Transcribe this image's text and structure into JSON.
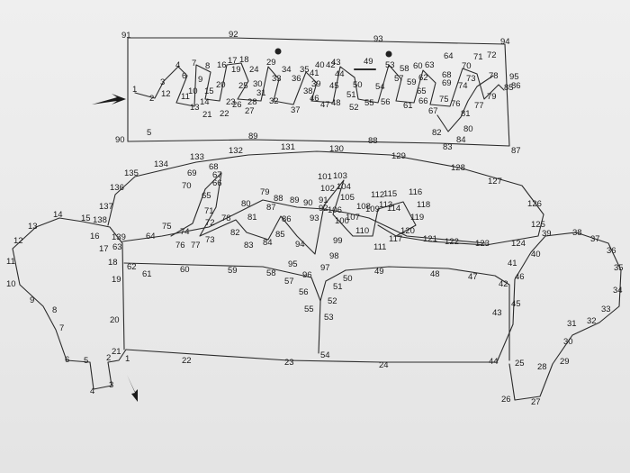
{
  "puzzle": {
    "sofa_labels": [
      "1",
      "2",
      "3",
      "4",
      "5",
      "6",
      "7",
      "8",
      "9",
      "10",
      "11",
      "12",
      "13",
      "14",
      "15",
      "16",
      "17",
      "18",
      "19",
      "20",
      "21",
      "22",
      "23",
      "24",
      "25",
      "26",
      "27",
      "28",
      "29",
      "30",
      "31",
      "32",
      "33",
      "34",
      "35",
      "36",
      "37",
      "38",
      "39",
      "40",
      "41",
      "42",
      "43",
      "44",
      "45",
      "46",
      "47",
      "48",
      "49",
      "50",
      "51",
      "52",
      "53",
      "54",
      "55",
      "56",
      "57",
      "58",
      "59",
      "60",
      "61",
      "62",
      "63",
      "64",
      "65",
      "66",
      "67",
      "68",
      "69",
      "70",
      "71",
      "72",
      "73",
      "74",
      "75",
      "76",
      "77",
      "78",
      "79",
      "80",
      "81",
      "82",
      "83",
      "84",
      "85",
      "86",
      "87",
      "88",
      "89",
      "90",
      "91",
      "92",
      "93",
      "94",
      "95",
      "96",
      "97",
      "98",
      "99",
      "100",
      "101",
      "102",
      "103",
      "104",
      "105",
      "106",
      "107",
      "108",
      "109",
      "110",
      "111",
      "112",
      "113",
      "114",
      "115",
      "116",
      "117",
      "118",
      "119",
      "120",
      "121",
      "122",
      "123",
      "124",
      "125",
      "126",
      "127",
      "128",
      "129",
      "130",
      "131",
      "132",
      "133",
      "134",
      "135",
      "136",
      "137",
      "138",
      "139"
    ],
    "sign_labels": [
      "1",
      "2",
      "3",
      "4",
      "5",
      "6",
      "7",
      "8",
      "9",
      "10",
      "11",
      "12",
      "13",
      "14",
      "15",
      "16",
      "17",
      "18",
      "19",
      "20",
      "21",
      "22",
      "23",
      "24",
      "25",
      "26",
      "27",
      "28",
      "29",
      "30",
      "31",
      "32",
      "33",
      "34",
      "35",
      "36",
      "37",
      "38",
      "39",
      "40",
      "41",
      "42",
      "43",
      "44",
      "45",
      "46",
      "47",
      "48",
      "49",
      "50",
      "51",
      "52",
      "53",
      "54",
      "55",
      "56",
      "57",
      "58",
      "59",
      "60",
      "61",
      "62",
      "63",
      "64",
      "65",
      "66",
      "67",
      "68",
      "69",
      "70",
      "71",
      "72",
      "73",
      "74",
      "75",
      "76",
      "77",
      "78",
      "79",
      "80",
      "81",
      "82",
      "83",
      "84",
      "85",
      "86",
      "87",
      "88",
      "89",
      "90",
      "91",
      "92",
      "93",
      "94",
      "95"
    ]
  },
  "colors": {
    "ink": "#2b2b2b",
    "paper": "#ebebeb"
  }
}
